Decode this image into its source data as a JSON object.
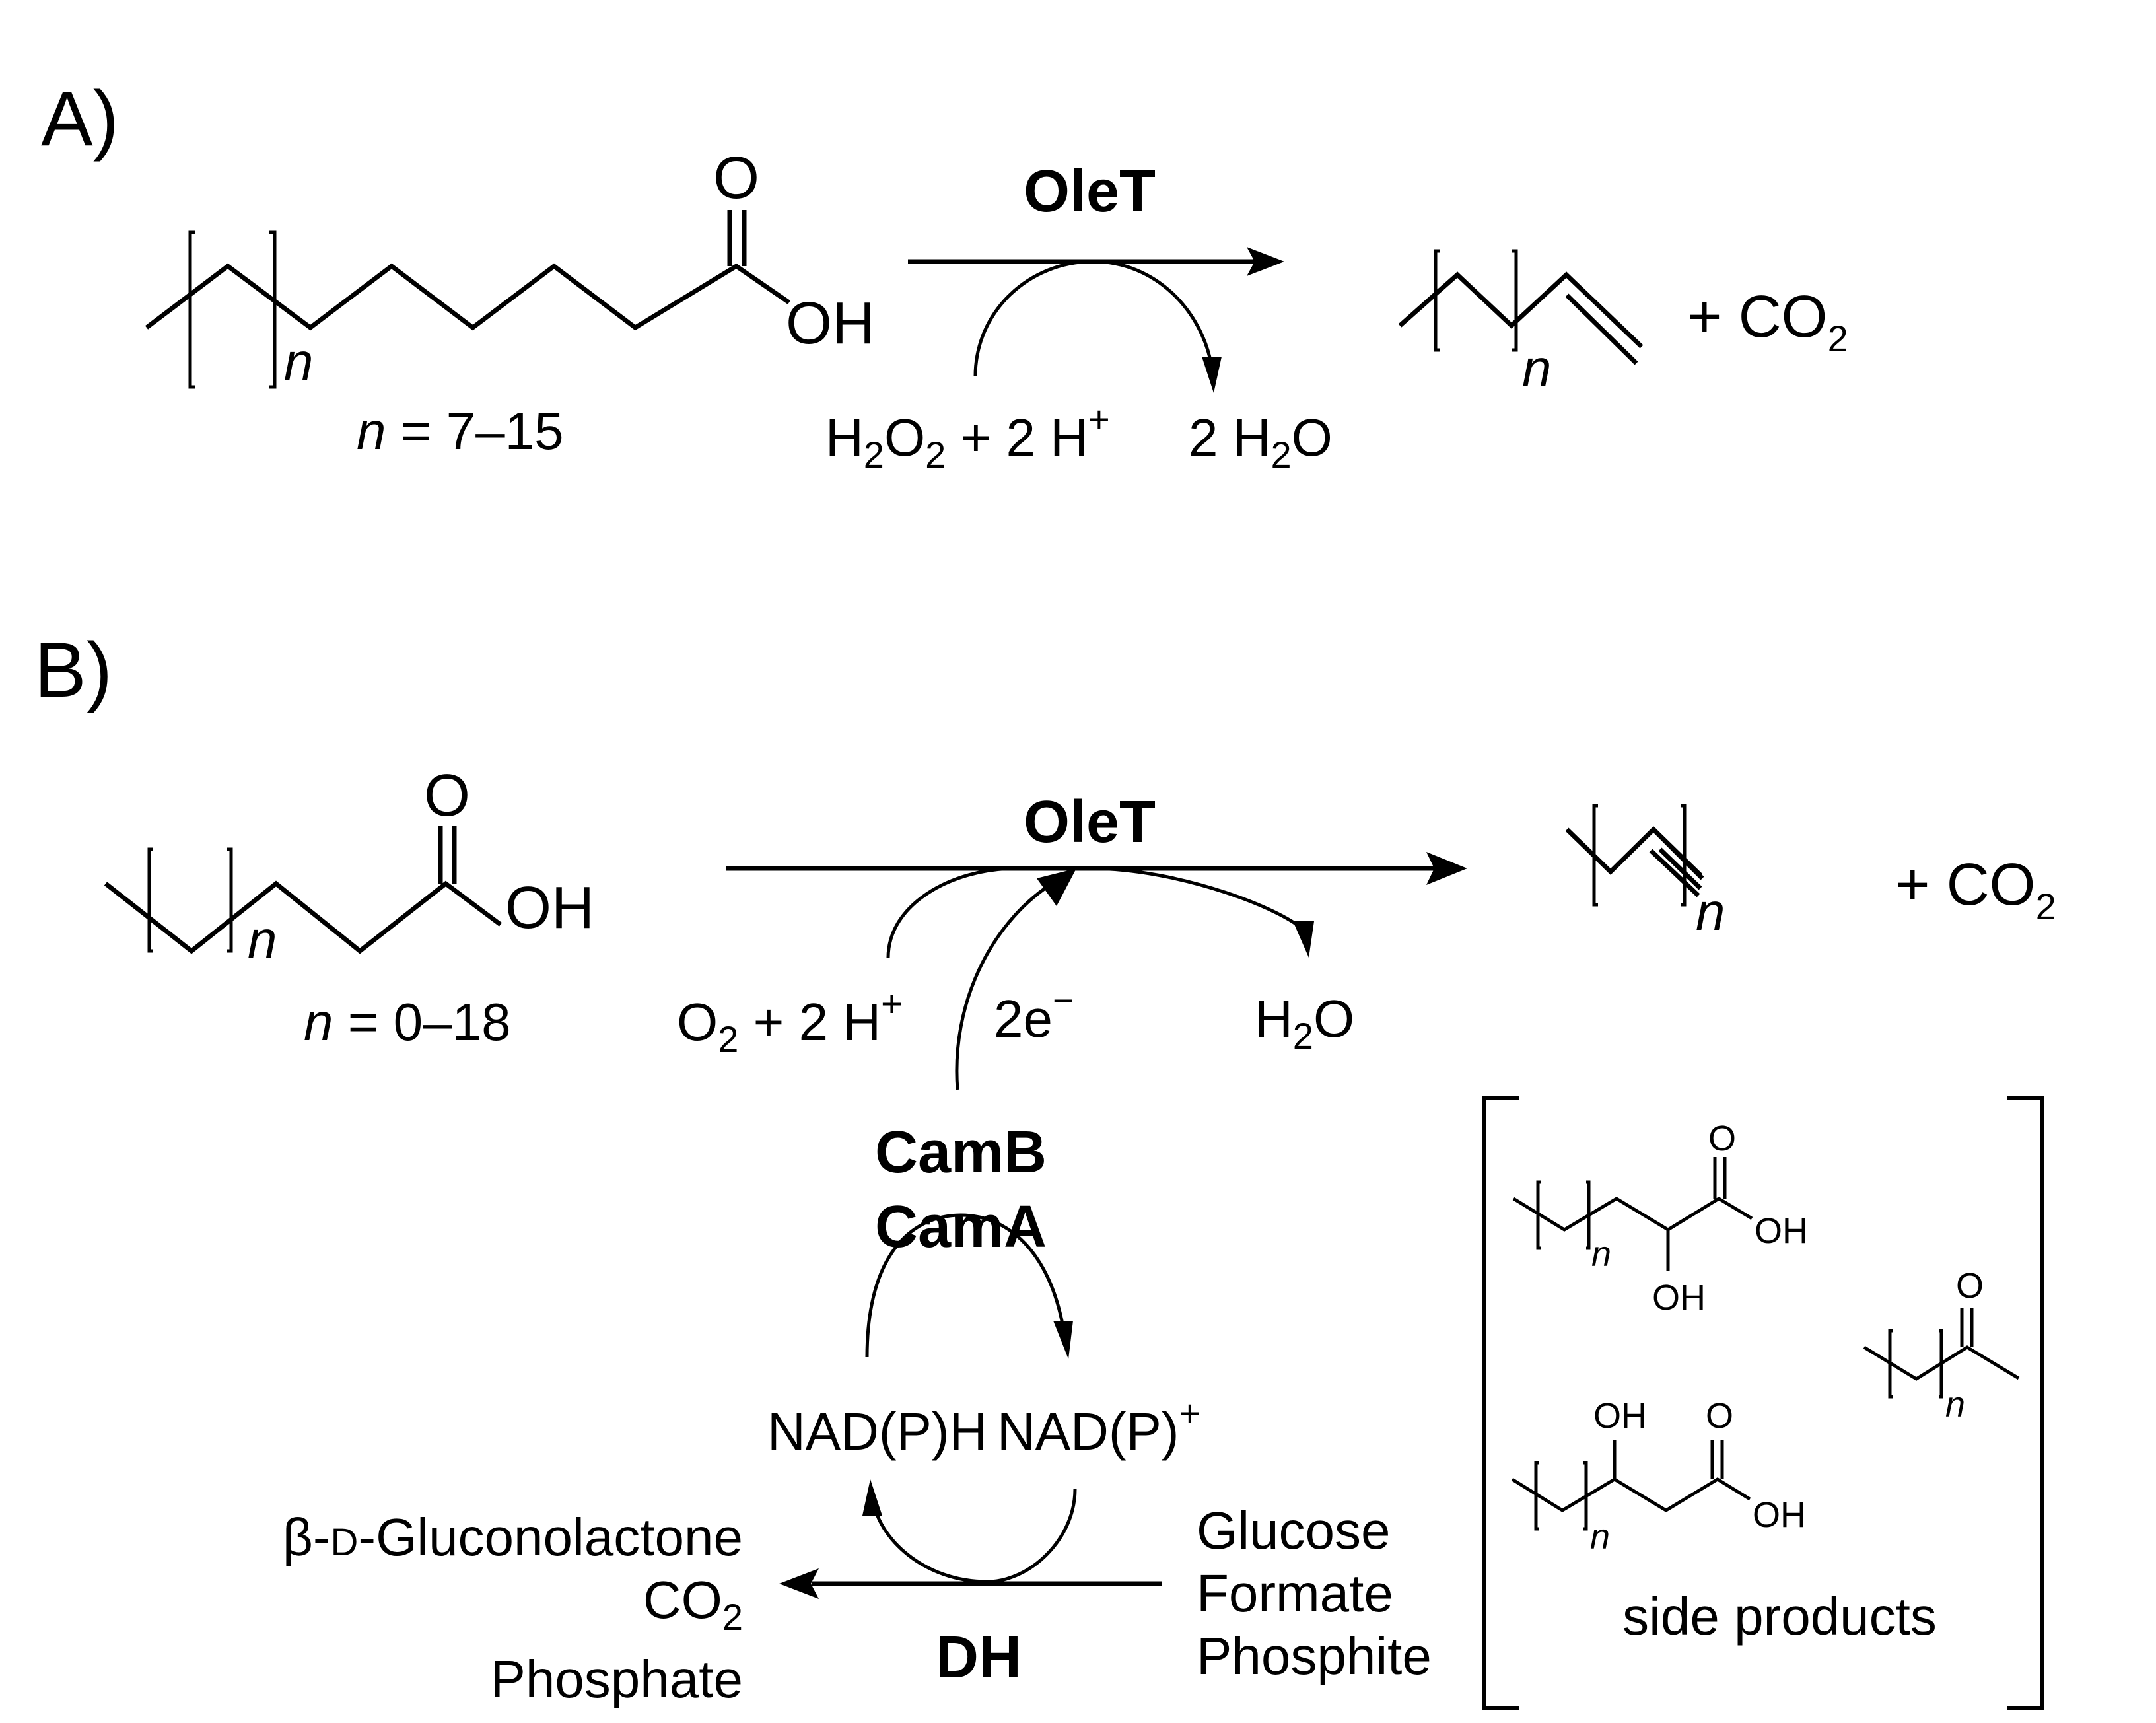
{
  "figure": {
    "panel_a": {
      "label": "A)",
      "substrate": {
        "carbonyl_o": "O",
        "hydroxyl": "OH",
        "repeat": "n",
        "n_range_var": "n",
        "n_range_text": " = 7–15"
      },
      "enzyme": "OleT",
      "cosubstrate": {
        "h2o2_h": "H",
        "h2o2_2a": "2",
        "h2o2_o": "O",
        "h2o2_2b": "2",
        "plus_h": " + 2 H",
        "charge": "+"
      },
      "coproduct": {
        "prefix": "2 H",
        "sub": "2",
        "suffix": "O"
      },
      "product": {
        "repeat": "n",
        "plus": "+ CO",
        "co2_sub": "2"
      }
    },
    "panel_b": {
      "label": "B)",
      "substrate": {
        "carbonyl_o": "O",
        "hydroxyl": "OH",
        "repeat": "n",
        "n_range_var": "n",
        "n_range_text": " = 0–18"
      },
      "enzyme": "OleT",
      "cosubstrate": {
        "o": "O",
        "o_sub": "2",
        "plus_h": " + 2 H",
        "charge": "+"
      },
      "electrons": {
        "text": "2e",
        "charge": "−"
      },
      "coproduct": {
        "h": "H",
        "sub": "2",
        "o": "O"
      },
      "product": {
        "repeat": "n",
        "plus": "+ CO",
        "co2_sub": "2"
      },
      "redox_partners": [
        "CamB",
        "CamA"
      ],
      "cofactor_reduced": "NAD(P)H",
      "cofactor_oxidized": {
        "text": "NAD(P)",
        "charge": "+"
      },
      "regeneration_enzyme": "DH",
      "dh_substrates": [
        "Glucose",
        "Formate",
        "Phosphite"
      ],
      "dh_products": {
        "gluconolactone": {
          "beta": "β-",
          "d": "D",
          "rest": "-Gluconolactone"
        },
        "co2": {
          "text": "CO",
          "sub": "2"
        },
        "phosphate": "Phosphate"
      },
      "side_products": {
        "caption": "side products",
        "alpha_hydroxy_acid": {
          "carbonyl_o": "O",
          "acid_oh": "OH",
          "alpha_oh": "OH",
          "repeat": "n"
        },
        "beta_hydroxy_acid": {
          "beta_oh": "OH",
          "carbonyl_o": "O",
          "acid_oh": "OH",
          "repeat": "n"
        },
        "methyl_ketone": {
          "carbonyl_o": "O",
          "repeat": "n"
        }
      }
    }
  }
}
